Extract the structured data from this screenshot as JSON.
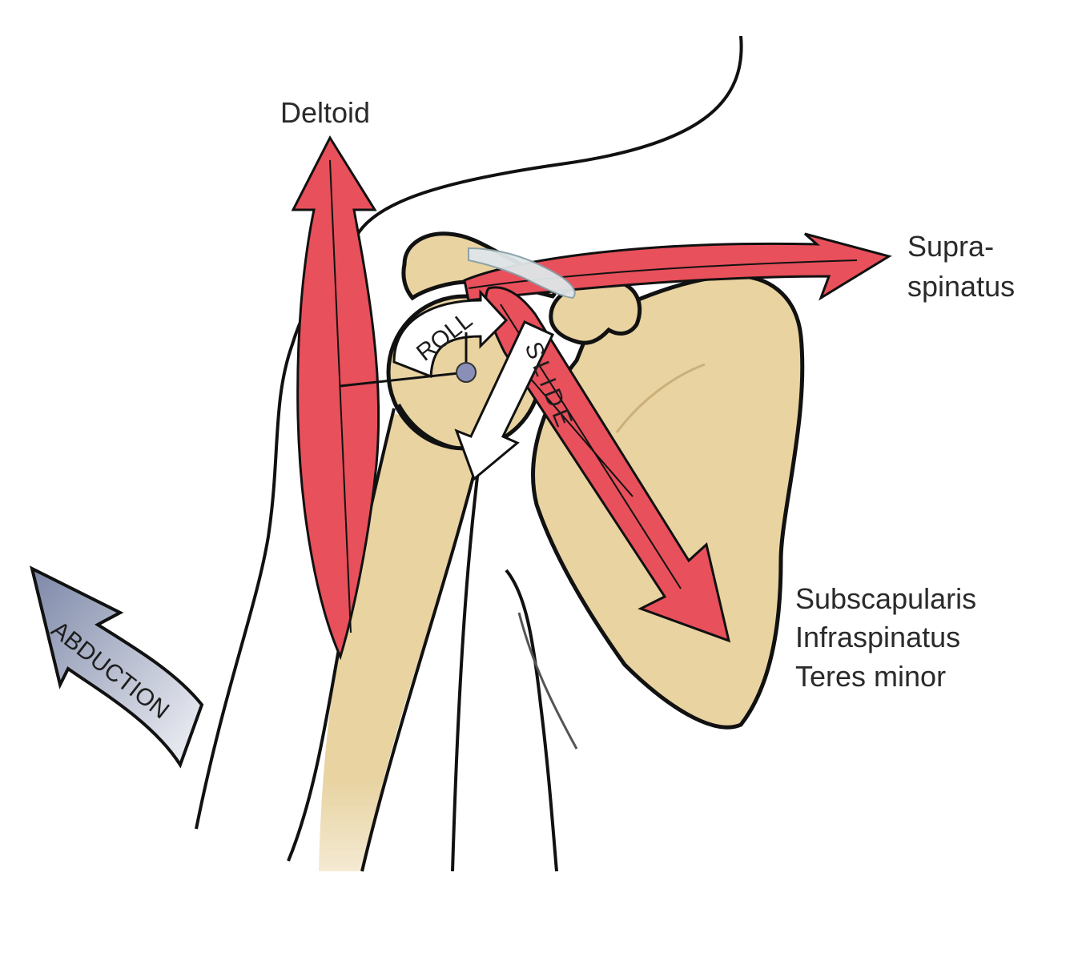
{
  "labels": {
    "deltoid": "Deltoid",
    "supraspinatus_line1": "Supra-",
    "supraspinatus_line2": "spinatus",
    "cuff_line1": "Subscapularis",
    "cuff_line2": "Infraspinatus",
    "cuff_line3": "Teres minor"
  },
  "arrows": {
    "roll": "ROLL",
    "slide": "SLIDE",
    "abduction": "ABDUCTION"
  },
  "colors": {
    "bone": "#e8d3a1",
    "muscle": "#e8505b",
    "outline": "#111111",
    "abduction_dark": "#7d88a8",
    "abduction_light": "#f2f3f7"
  }
}
